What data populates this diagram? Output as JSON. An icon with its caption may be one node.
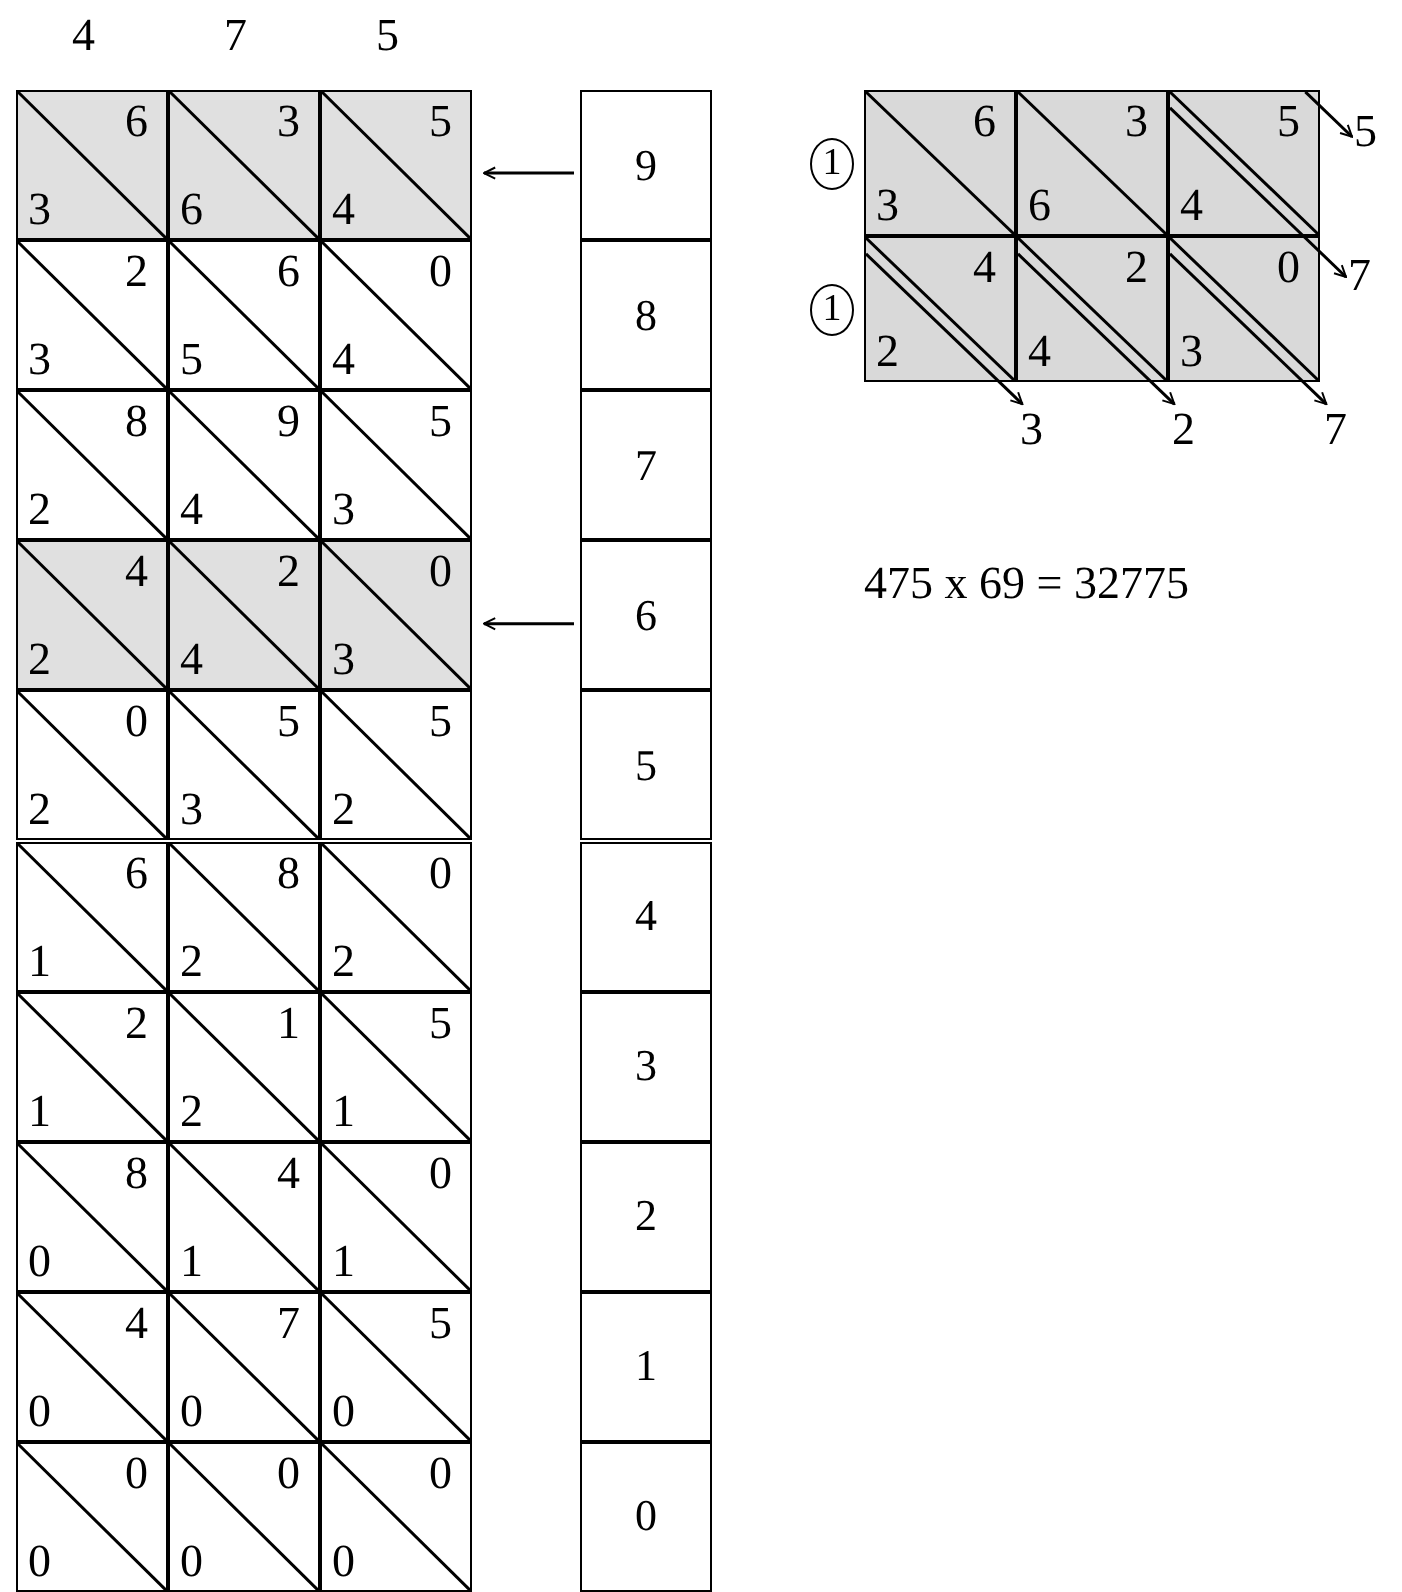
{
  "diagram": {
    "nodes": [
      {
        "text": [
          "6",
          "3"
        ]
      },
      {
        "text": [
          "3",
          "6"
        ]
      },
      {
        "text": [
          "5",
          "4"
        ]
      },
      {
        "text": [
          "2",
          "3"
        ]
      },
      {
        "text": [
          "6",
          "5"
        ]
      },
      {
        "text": [
          "0",
          "4"
        ]
      },
      {
        "text": [
          "8",
          "2"
        ]
      },
      {
        "text": [
          "9",
          "4"
        ]
      },
      {
        "text": [
          "5",
          "3"
        ]
      },
      {
        "text": [
          "4",
          "2"
        ]
      },
      {
        "text": [
          "2",
          "4"
        ]
      },
      {
        "text": [
          "0",
          "3"
        ]
      },
      {
        "text": [
          "0",
          "2"
        ]
      },
      {
        "text": [
          "5",
          "3"
        ]
      },
      {
        "text": [
          "5",
          "2"
        ]
      },
      {
        "text": [
          "6",
          "1"
        ]
      },
      {
        "text": [
          "8",
          "2"
        ]
      },
      {
        "text": [
          "0",
          "2"
        ]
      },
      {
        "text": [
          "2",
          "1"
        ]
      },
      {
        "text": [
          "1",
          "2"
        ]
      },
      {
        "text": [
          "5",
          "1"
        ]
      },
      {
        "text": [
          "8",
          "0"
        ]
      },
      {
        "text": [
          "4",
          "1"
        ]
      },
      {
        "text": [
          "0",
          "1"
        ]
      },
      {
        "text": [
          "4",
          "0"
        ]
      },
      {
        "text": [
          "7",
          "0"
        ]
      },
      {
        "text": [
          "5",
          "0"
        ]
      },
      {
        "text": [
          "0",
          "0"
        ]
      },
      {
        "text": [
          "0",
          "0"
        ]
      },
      {
        "text": [
          "0",
          "0"
        ]
      },
      {
        "text": [
          "9"
        ]
      },
      {
        "text": [
          "8"
        ]
      },
      {
        "text": [
          "7"
        ]
      },
      {
        "text": [
          "6"
        ]
      },
      {
        "text": [
          "5"
        ]
      },
      {
        "text": [
          "4"
        ]
      },
      {
        "text": [
          "3"
        ]
      },
      {
        "text": [
          "2"
        ]
      },
      {
        "text": [
          "1"
        ]
      },
      {
        "text": [
          "0"
        ]
      },
      {
        "text": [
          "1"
        ]
      },
      {
        "text": [
          "6",
          "3"
        ]
      },
      {
        "text": [
          "3",
          "6"
        ]
      },
      {
        "text": [
          "5",
          "4"
        ]
      },
      {
        "text": [
          "1"
        ]
      },
      {
        "text": [
          "4",
          "2"
        ]
      },
      {
        "text": [
          "2",
          "4"
        ]
      },
      {
        "text": [
          "0",
          "3"
        ]
      },
      {
        "text": [
          "5"
        ]
      },
      {
        "text": [
          "7"
        ]
      },
      {
        "text": [
          "3"
        ]
      },
      {
        "text": [
          "2"
        ]
      },
      {
        "text": [
          "7"
        ]
      }
    ],
    "edges": [
      {
        "from": 30,
        "to": 2,
        "arrow": "to"
      },
      {
        "from": 33,
        "to": 11,
        "arrow": "to"
      },
      {
        "from": 43,
        "to": 48,
        "arrow": "to"
      },
      {
        "from": 43,
        "to": 49,
        "arrow": "to"
      },
      {
        "from": 47,
        "to": 52,
        "arrow": "to"
      },
      {
        "from": 46,
        "to": 51,
        "arrow": "to"
      },
      {
        "from": 45,
        "to": 50,
        "arrow": "to"
      }
    ],
    "labels": [
      "4",
      "7",
      "5",
      "475 x 69 = 32775"
    ]
  }
}
